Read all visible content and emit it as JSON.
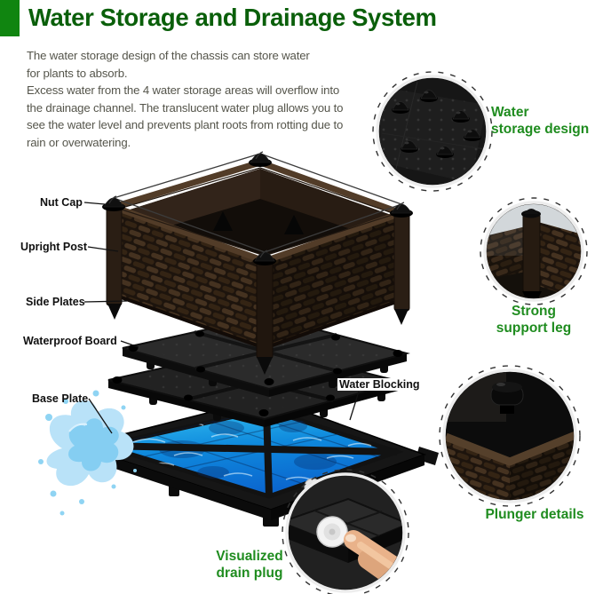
{
  "header": {
    "title": "Water Storage and Drainage System"
  },
  "description": {
    "p1": "The water storage design of the chassis can store water\nfor plants to absorb.",
    "p2": "Excess water from the 4 water storage areas will overflow into\nthe drainage channel. The translucent water plug allows you to\nsee the water level and prevents plant roots from rotting due to\nrain or overwatering."
  },
  "parts": {
    "nut_cap": "Nut Cap",
    "upright_post": "Upright Post",
    "side_plates": "Side Plates",
    "waterproof_board": "Waterproof Board",
    "base_plate": "Base Plate",
    "water_blocking": "Water Blocking"
  },
  "callouts": {
    "water_storage": "Water\nstorage design",
    "support_leg": "Strong\nsupport leg",
    "plunger": "Plunger details",
    "drain_plug": "Visualized\ndrain plug"
  },
  "colors": {
    "title_green": "#0a5f0a",
    "bar_green": "#108510",
    "accent_green": "#1f8c1f",
    "water_blue": "#149ae6",
    "planter_brown": "#453220"
  }
}
